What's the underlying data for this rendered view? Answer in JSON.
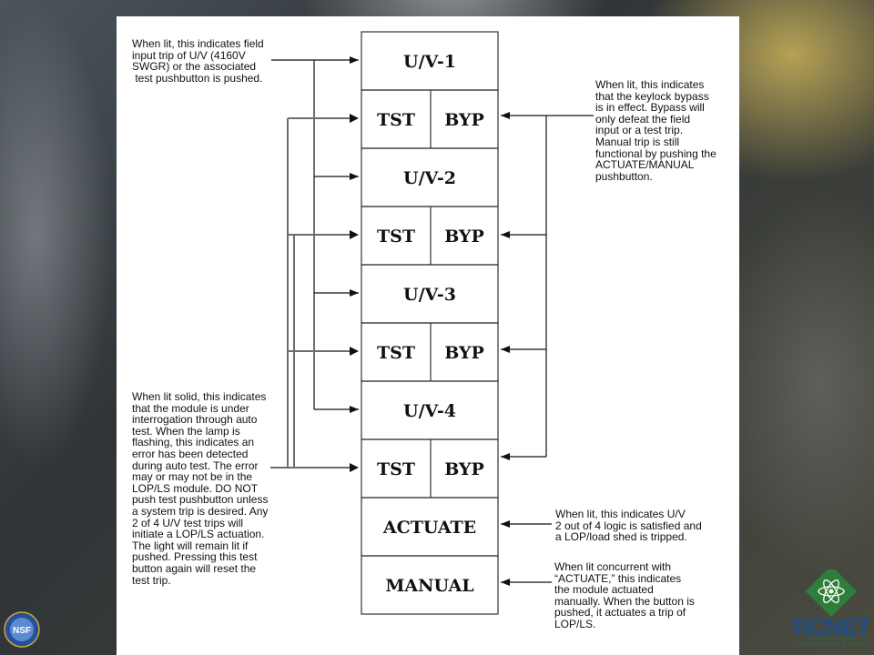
{
  "panel": {
    "boxes": [
      {
        "label": "U/V-1"
      },
      {
        "left": "TST",
        "right": "BYP"
      },
      {
        "label": "U/V-2"
      },
      {
        "left": "TST",
        "right": "BYP"
      },
      {
        "label": "U/V-3"
      },
      {
        "left": "TST",
        "right": "BYP"
      },
      {
        "label": "U/V-4"
      },
      {
        "left": "TST",
        "right": "BYP"
      },
      {
        "label": "ACTUATE"
      },
      {
        "label": "MANUAL"
      }
    ]
  },
  "notes": {
    "uv_input": "When lit, this indicates field\ninput trip of U/V (4160V\nSWGR) or the associated\n test pushbutton is pushed.",
    "bypass": "When lit, this indicates\nthat the keylock bypass\nis in effect. Bypass will\nonly defeat the field\ninput or a test trip.\nManual trip is still\nfunctional by pushing the\nACTUATE/MANUAL\npushbutton.",
    "test": "When lit solid, this indicates\nthat the module is under\ninterrogation through auto\ntest. When the lamp is\nflashing, this indicates an\nerror has been detected\nduring auto test. The error\nmay or may not be in the\nLOP/LS module. DO NOT\npush test pushbutton unless\na system trip is desired. Any\n2 of 4 U/V test trips will\ninitiate a LOP/LS actuation.\nThe light will remain lit if\npushed. Pressing this test\nbutton again will reset the\ntest trip.",
    "actuate": "When lit, this indicates U/V\n2 out of 4 logic is satisfied and\na LOP/load shed is tripped.",
    "manual": "When lit concurrent with\n“ACTUATE,” this indicates\nthe module actuated\nmanually. When the button is\npushed, it actuates a trip of\nLOP/LS."
  },
  "logos": {
    "rcnet": "RCNET",
    "rcnet_sub": "Regional Center for\nNuclear Education & Training",
    "nsf": "NSF"
  }
}
